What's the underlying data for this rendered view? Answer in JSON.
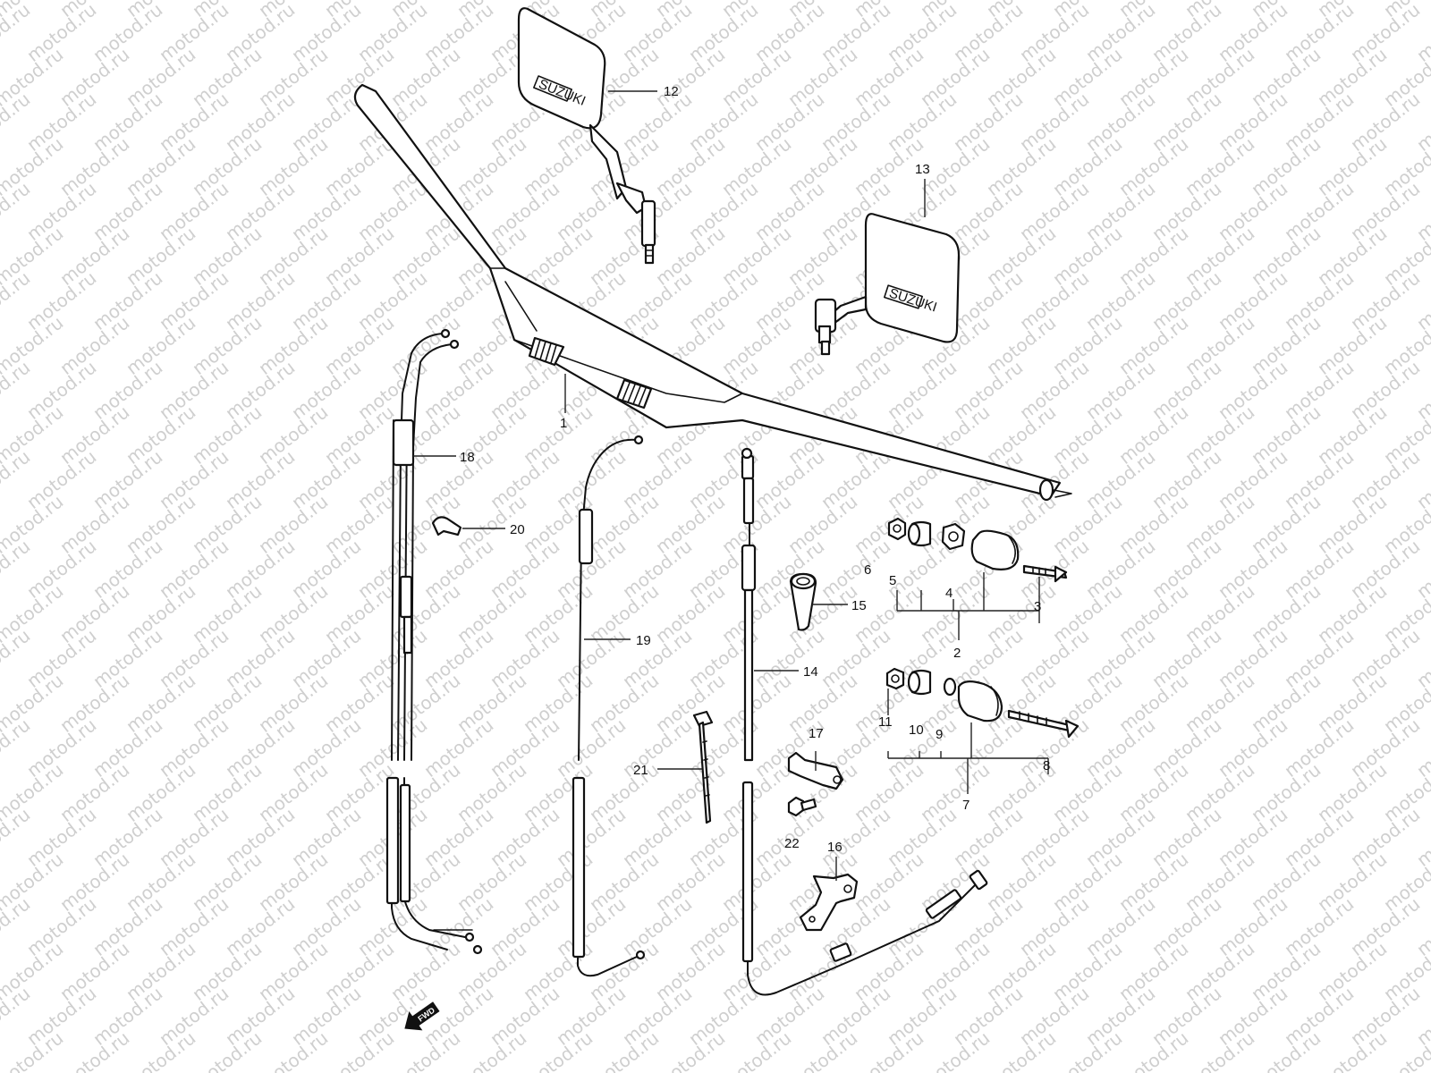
{
  "watermark": {
    "text": "motod.ru",
    "color": "#cfcfcf"
  },
  "fwd_arrow": {
    "label": "FWD",
    "icon": "fwd-arrow-icon"
  },
  "callouts": {
    "p1": "1",
    "p2": "2",
    "p3": "3",
    "p4": "4",
    "p5": "5",
    "p6": "6",
    "p7": "7",
    "p8": "8",
    "p9": "9",
    "p10": "10",
    "p11": "11",
    "p12": "12",
    "p13": "13",
    "p14": "14",
    "p15": "15",
    "p16": "16",
    "p17": "17",
    "p18": "18",
    "p19": "19",
    "p20": "20",
    "p21": "21",
    "p22": "22"
  },
  "mirror_badge": {
    "left": "SUZUKI",
    "right": "SUZUKI"
  }
}
